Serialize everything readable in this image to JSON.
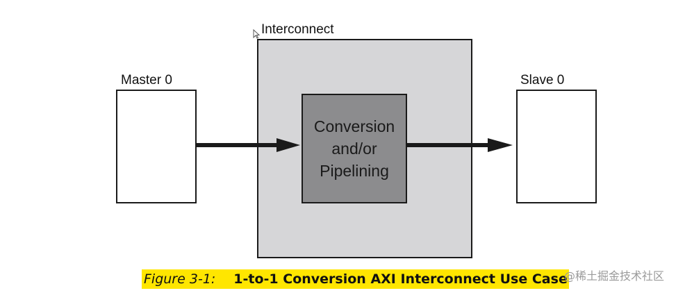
{
  "diagram": {
    "interconnect_label": "Interconnect",
    "master_label": "Master 0",
    "slave_label": "Slave 0",
    "center_lines": [
      "Conversion",
      "and/or",
      "Pipelining"
    ],
    "colors": {
      "interconnect_fill": "#d6d6d8",
      "center_fill": "#8c8c8e",
      "stroke": "#1a1a1a",
      "arrow": "#1a1a1a"
    }
  },
  "caption": {
    "number": "Figure 3-1:",
    "text": "1-to-1 Conversion AXI Interconnect Use Case",
    "highlight": "#ffe600"
  },
  "watermark": {
    "text": "@稀土掘金技术社区"
  }
}
